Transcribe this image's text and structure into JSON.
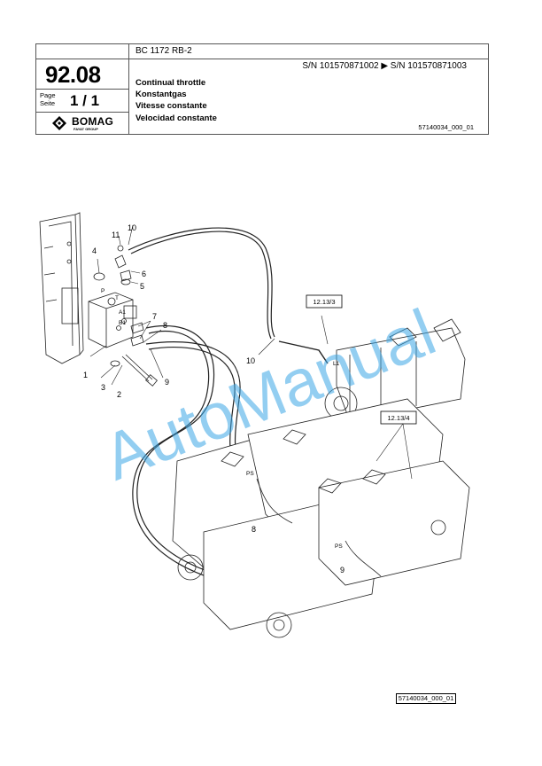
{
  "header": {
    "model": "BC 1172 RB-2",
    "doc_number": "92.08",
    "page_label_en": "Page",
    "page_label_de": "Seite",
    "page_value": "1 / 1",
    "brand": "BOMAG",
    "brand_sub": "FAYAT GROUP",
    "serial_range": "S/N 101570871002  ▶  S/N 101570871003",
    "titles": [
      "Continual throttle",
      "Konstantgas",
      "Vitesse constante",
      "Velocidad constante"
    ],
    "drawing_ref": "57140034_000_01"
  },
  "drawing": {
    "callouts": [
      "1",
      "2",
      "3",
      "4",
      "5",
      "6",
      "7",
      "8",
      "9",
      "10",
      "11"
    ],
    "port_labels": [
      "P",
      "T",
      "A1",
      "B1",
      "L1",
      "PS"
    ],
    "ref_boxes": [
      "12.13/3",
      "12.13/4"
    ]
  },
  "footer": {
    "drawing_ref": "57140034_000_01"
  },
  "watermark": {
    "text": "AutoManual",
    "color": "#3aa6e6"
  }
}
